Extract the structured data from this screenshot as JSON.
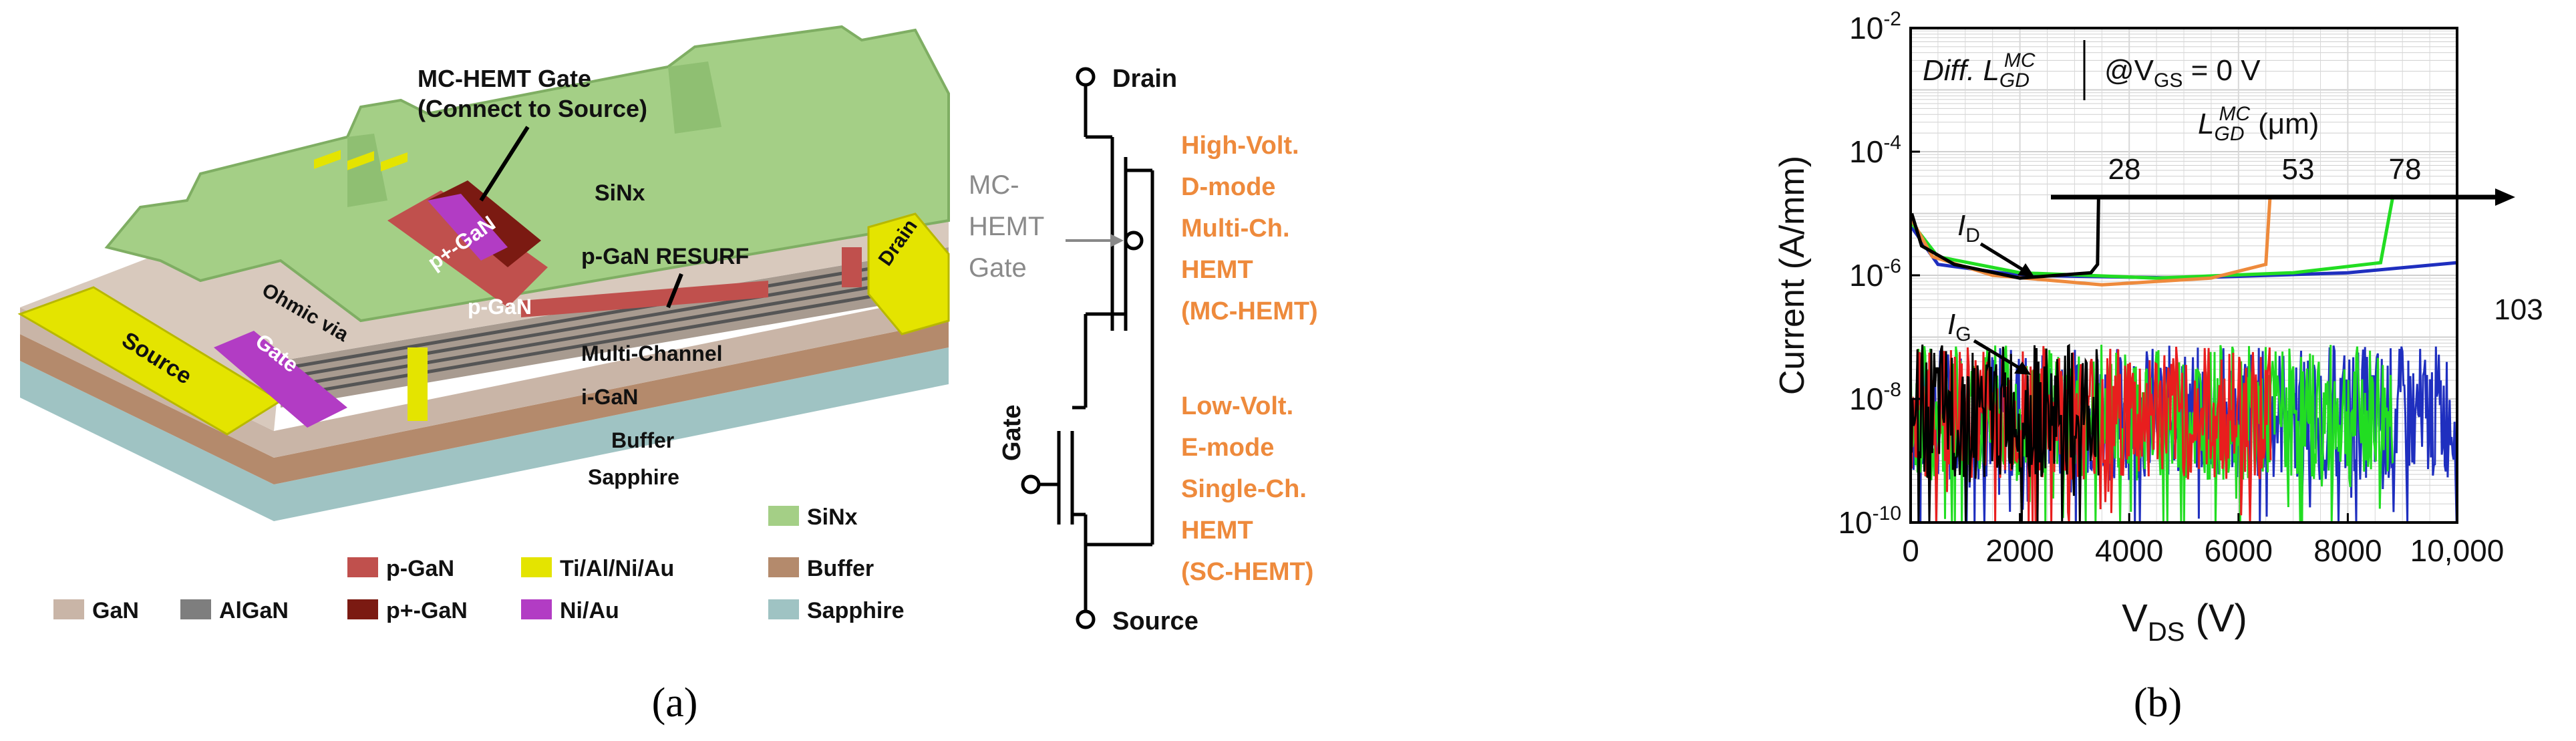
{
  "panel_a": {
    "label": "(a)",
    "device_callouts": {
      "mc_gate_line1": "MC-HEMT Gate",
      "mc_gate_line2": "(Connect to Source)",
      "sinx": "SiNx",
      "p_plus_gan": "p+-GaN",
      "p_gan": "p-GaN",
      "p_gan_resurf": "p-GaN RESURF",
      "ohmic_via": "Ohmic via",
      "multi_channel": "Multi-Channel",
      "i_gan": "i-GaN",
      "buffer": "Buffer",
      "sapphire": "Sapphire",
      "source": "Source",
      "gate": "Gate",
      "drain": "Drain"
    },
    "legend": [
      {
        "label": "GaN",
        "color": "#c9b5a7"
      },
      {
        "label": "AlGaN",
        "color": "#7e7e7e"
      },
      {
        "label": "p-GaN",
        "color": "#c0504d"
      },
      {
        "label": "p+-GaN",
        "color": "#7b1a12"
      },
      {
        "label": "Ti/Al/Ni/Au",
        "color": "#e4e400"
      },
      {
        "label": "Ni/Au",
        "color": "#b23cc4"
      },
      {
        "label": "SiNx",
        "color": "#a4cf86"
      },
      {
        "label": "Buffer",
        "color": "#b48a6c"
      },
      {
        "label": "Sapphire",
        "color": "#9fc3c3"
      }
    ],
    "circuit": {
      "drain": "Drain",
      "source": "Source",
      "gate": "Gate",
      "mc_gate_lines": [
        "MC-",
        "HEMT",
        "Gate"
      ],
      "high_volt_lines": [
        "High-Volt.",
        "D-mode",
        "Multi-Ch.",
        "HEMT",
        "(MC-HEMT)"
      ],
      "low_volt_lines": [
        "Low-Volt.",
        "E-mode",
        "Single-Ch.",
        "HEMT",
        "(SC-HEMT)"
      ],
      "orange": "#ee8a3c"
    }
  },
  "panel_b": {
    "label": "(b)",
    "annotation_diff": "Diff. L",
    "annotation_cond": "@V",
    "annotation_cond_sub": "GS",
    "annotation_cond_tail": " = 0 V",
    "lgd_unit": "(μm)",
    "id_label": "I",
    "id_sub": "D",
    "ig_label": "I",
    "ig_sub": "G",
    "ylabel": "Current (A/mm)",
    "xlabel": "V",
    "xlabel_sub": "DS",
    "xlabel_unit": " (V)",
    "gd_sub": "GD",
    "mc_sup": "MC"
  },
  "chart_data": {
    "type": "line",
    "title": "",
    "xlabel": "VDS (V)",
    "ylabel": "Current (A/mm)",
    "xlim": [
      0,
      10000
    ],
    "ylim": [
      1e-10,
      0.01
    ],
    "yscale": "log",
    "grid": true,
    "x_ticks": [
      "0",
      "2000",
      "4000",
      "6000",
      "8000",
      "10,000"
    ],
    "y_ticks": [
      "10-10",
      "10-8",
      "10-6",
      "10-4",
      "10-2"
    ],
    "series": [
      {
        "name": "28",
        "color": "#000000",
        "breakdown_v": 3450,
        "id_points": [
          [
            20,
            1e-05
          ],
          [
            200,
            3e-06
          ],
          [
            800,
            1.5e-06
          ],
          [
            2000,
            9e-07
          ],
          [
            3300,
            1.1e-06
          ],
          [
            3420,
            1.5e-06
          ],
          [
            3440,
            2e-05
          ]
        ],
        "ig_level": 1e-08
      },
      {
        "name": "53",
        "color": "#ee8a3c",
        "breakdown_v": 6600,
        "id_points": [
          [
            20,
            8e-06
          ],
          [
            400,
            2e-06
          ],
          [
            1500,
            1e-06
          ],
          [
            3500,
            7e-07
          ],
          [
            5500,
            9e-07
          ],
          [
            6500,
            1.5e-06
          ],
          [
            6580,
            2e-05
          ]
        ],
        "ig_level": 1e-08
      },
      {
        "name": "78",
        "color": "#22dd22",
        "breakdown_v": 8850,
        "id_points": [
          [
            20,
            7e-06
          ],
          [
            500,
            2e-06
          ],
          [
            2000,
            1.1e-06
          ],
          [
            4500,
            9e-07
          ],
          [
            7000,
            1.1e-06
          ],
          [
            8600,
            1.6e-06
          ],
          [
            8830,
            2e-05
          ]
        ],
        "ig_level": 1e-08
      },
      {
        "name": "103",
        "color": "#1f2fbf",
        "breakdown_v": null,
        "id_points": [
          [
            20,
            6e-06
          ],
          [
            500,
            1.5e-06
          ],
          [
            2000,
            1e-06
          ],
          [
            5000,
            9e-07
          ],
          [
            8000,
            1.1e-06
          ],
          [
            10000,
            1.6e-06
          ]
        ],
        "ig_level": 1e-08
      },
      {
        "name": "",
        "color": "#e81e1e",
        "breakdown_v": null,
        "id_points": [],
        "ig_level": 1e-08
      }
    ],
    "annotations": [
      "28",
      "53",
      "78",
      "103"
    ]
  }
}
